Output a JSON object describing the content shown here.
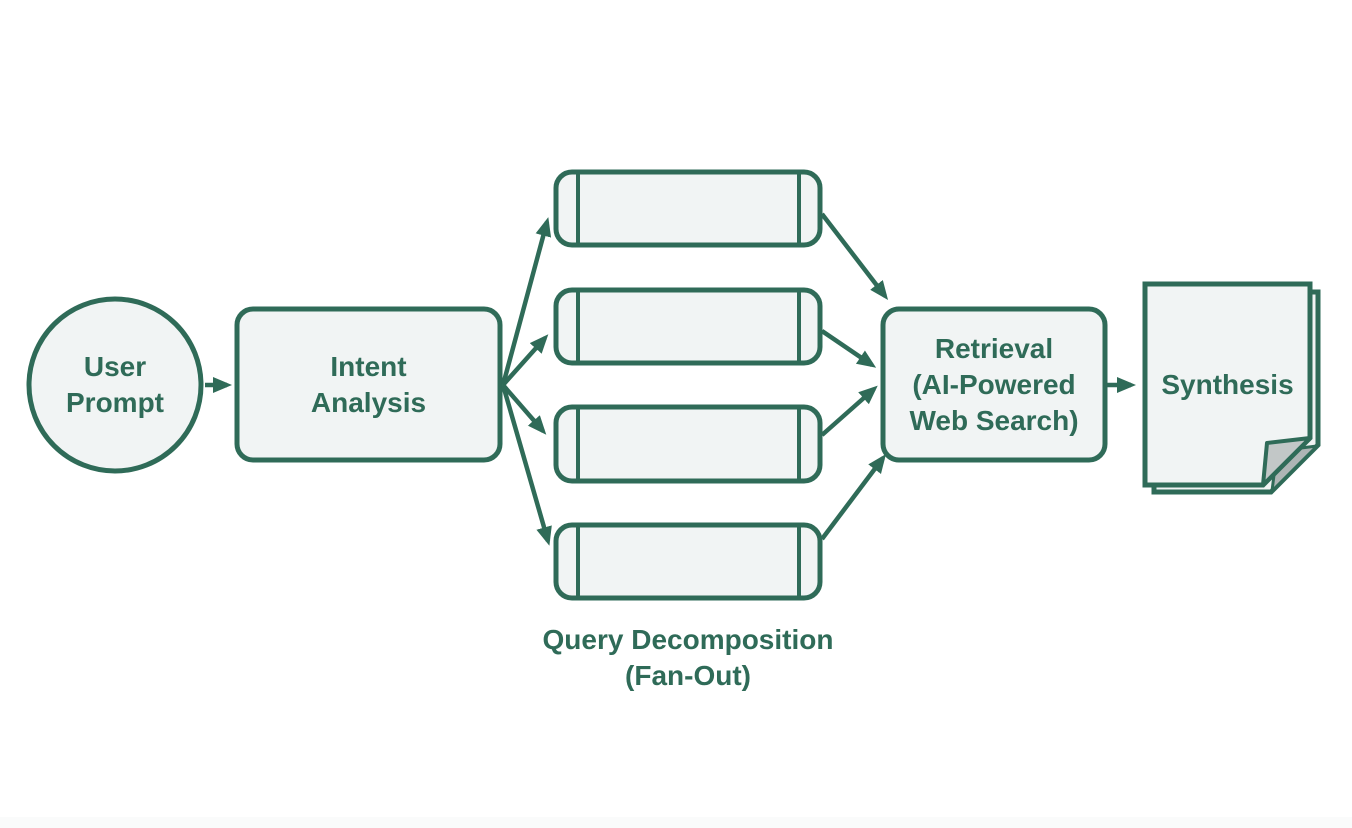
{
  "diagram": {
    "type": "flowchart",
    "direction": "left-to-right",
    "nodes": {
      "user_prompt": {
        "label": "User\nPrompt",
        "shape": "circle"
      },
      "intent_analysis": {
        "label": "Intent\nAnalysis",
        "shape": "rounded-rectangle"
      },
      "subqueries": {
        "count": 4,
        "label": "",
        "shape": "subroutine"
      },
      "query_decomposition_caption": {
        "label": "Query Decomposition\n(Fan-Out)"
      },
      "retrieval": {
        "label": "Retrieval\n(AI-Powered\nWeb Search)",
        "shape": "rounded-rectangle"
      },
      "synthesis": {
        "label": "Synthesis",
        "shape": "document"
      }
    },
    "edges": [
      {
        "from": "user_prompt",
        "to": "intent_analysis"
      },
      {
        "from": "intent_analysis",
        "to": "subquery_1"
      },
      {
        "from": "intent_analysis",
        "to": "subquery_2"
      },
      {
        "from": "intent_analysis",
        "to": "subquery_3"
      },
      {
        "from": "intent_analysis",
        "to": "subquery_4"
      },
      {
        "from": "subquery_1",
        "to": "retrieval"
      },
      {
        "from": "subquery_2",
        "to": "retrieval"
      },
      {
        "from": "subquery_3",
        "to": "retrieval"
      },
      {
        "from": "subquery_4",
        "to": "retrieval"
      },
      {
        "from": "retrieval",
        "to": "synthesis"
      }
    ],
    "colors": {
      "stroke": "#2F6B58",
      "text": "#2F6B58",
      "node_fill": "#F1F4F4",
      "fold_gray": "#C2C7C7",
      "background": "#FFFFFF"
    }
  }
}
